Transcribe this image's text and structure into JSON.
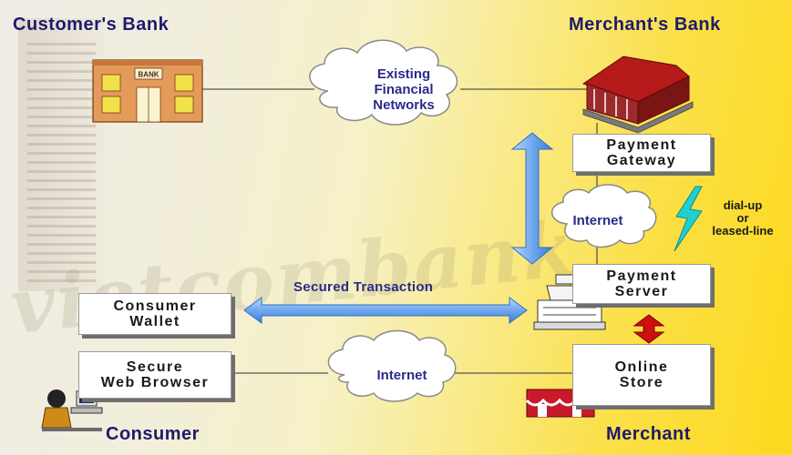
{
  "titles": {
    "customers_bank": "Customer's Bank",
    "merchants_bank": "Merchant's Bank",
    "consumer": "Consumer",
    "merchant": "Merchant"
  },
  "clouds": {
    "financial_networks": [
      "Existing",
      "Financial",
      "Networks"
    ],
    "internet_top": "Internet",
    "internet_bottom": "Internet"
  },
  "boxes": {
    "payment_gateway": [
      "Payment",
      "Gateway"
    ],
    "payment_server": [
      "Payment",
      "Server"
    ],
    "consumer_wallet": [
      "Consumer",
      "Wallet"
    ],
    "secure_web_browser": [
      "Secure",
      "Web Browser"
    ],
    "online_store": [
      "Online",
      "Store"
    ]
  },
  "labels": {
    "secured_transaction": "Secured Transaction",
    "dialup": [
      "dial-up",
      "or",
      "leased-line"
    ]
  },
  "bank_sign": "BANK",
  "watermark": "vietcombank",
  "colors": {
    "title": "#1e1a6e",
    "cloud_text": "#2a2a8a",
    "arrow_blue": "#6ea8ee",
    "arrow_red": "#cc1010",
    "bolt": "#22cfcf"
  }
}
